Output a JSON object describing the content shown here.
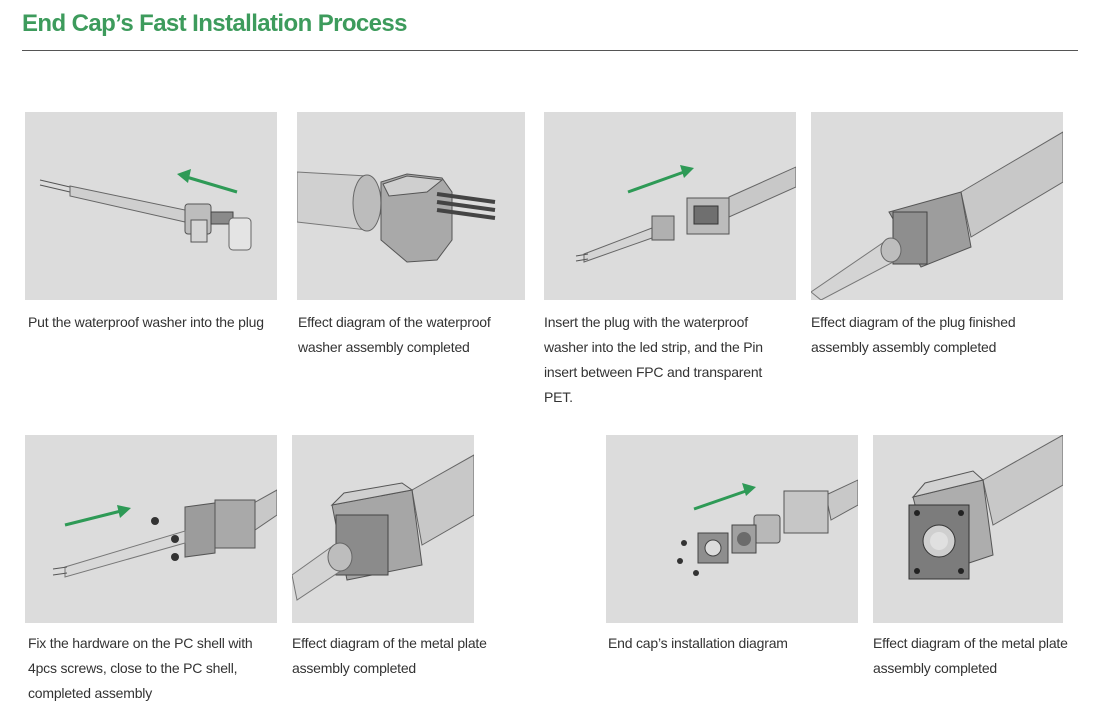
{
  "page": {
    "title": "End Cap’s Fast Installation Process",
    "accent_color": "#3d9b5c"
  },
  "steps": [
    {
      "caption": "Put the waterproof washer into the plug",
      "image_icon": "plug-washer-arrow-left"
    },
    {
      "caption": "Effect diagram of the waterproof washer assembly completed",
      "image_icon": "plug-closeup"
    },
    {
      "caption": "Insert the plug with the waterproof washer into the led strip, and the Pin insert between FPC and transparent PET.",
      "image_icon": "plug-insert-arrow-right"
    },
    {
      "caption": "Effect diagram of the plug finished assembly assembly completed",
      "image_icon": "plug-assembled-strip"
    },
    {
      "caption": "Fix the hardware on the PC shell with 4pcs screws, close to the PC shell, completed assembly",
      "image_icon": "screws-arrow-right"
    },
    {
      "caption": "Effect diagram of the metal plate assembly completed",
      "image_icon": "metal-plate-closeup"
    },
    {
      "caption": "End cap’s installation diagram",
      "image_icon": "exploded-end-cap"
    },
    {
      "caption": "Effect diagram of the metal plate assembly completed",
      "image_icon": "end-cap-final"
    }
  ]
}
